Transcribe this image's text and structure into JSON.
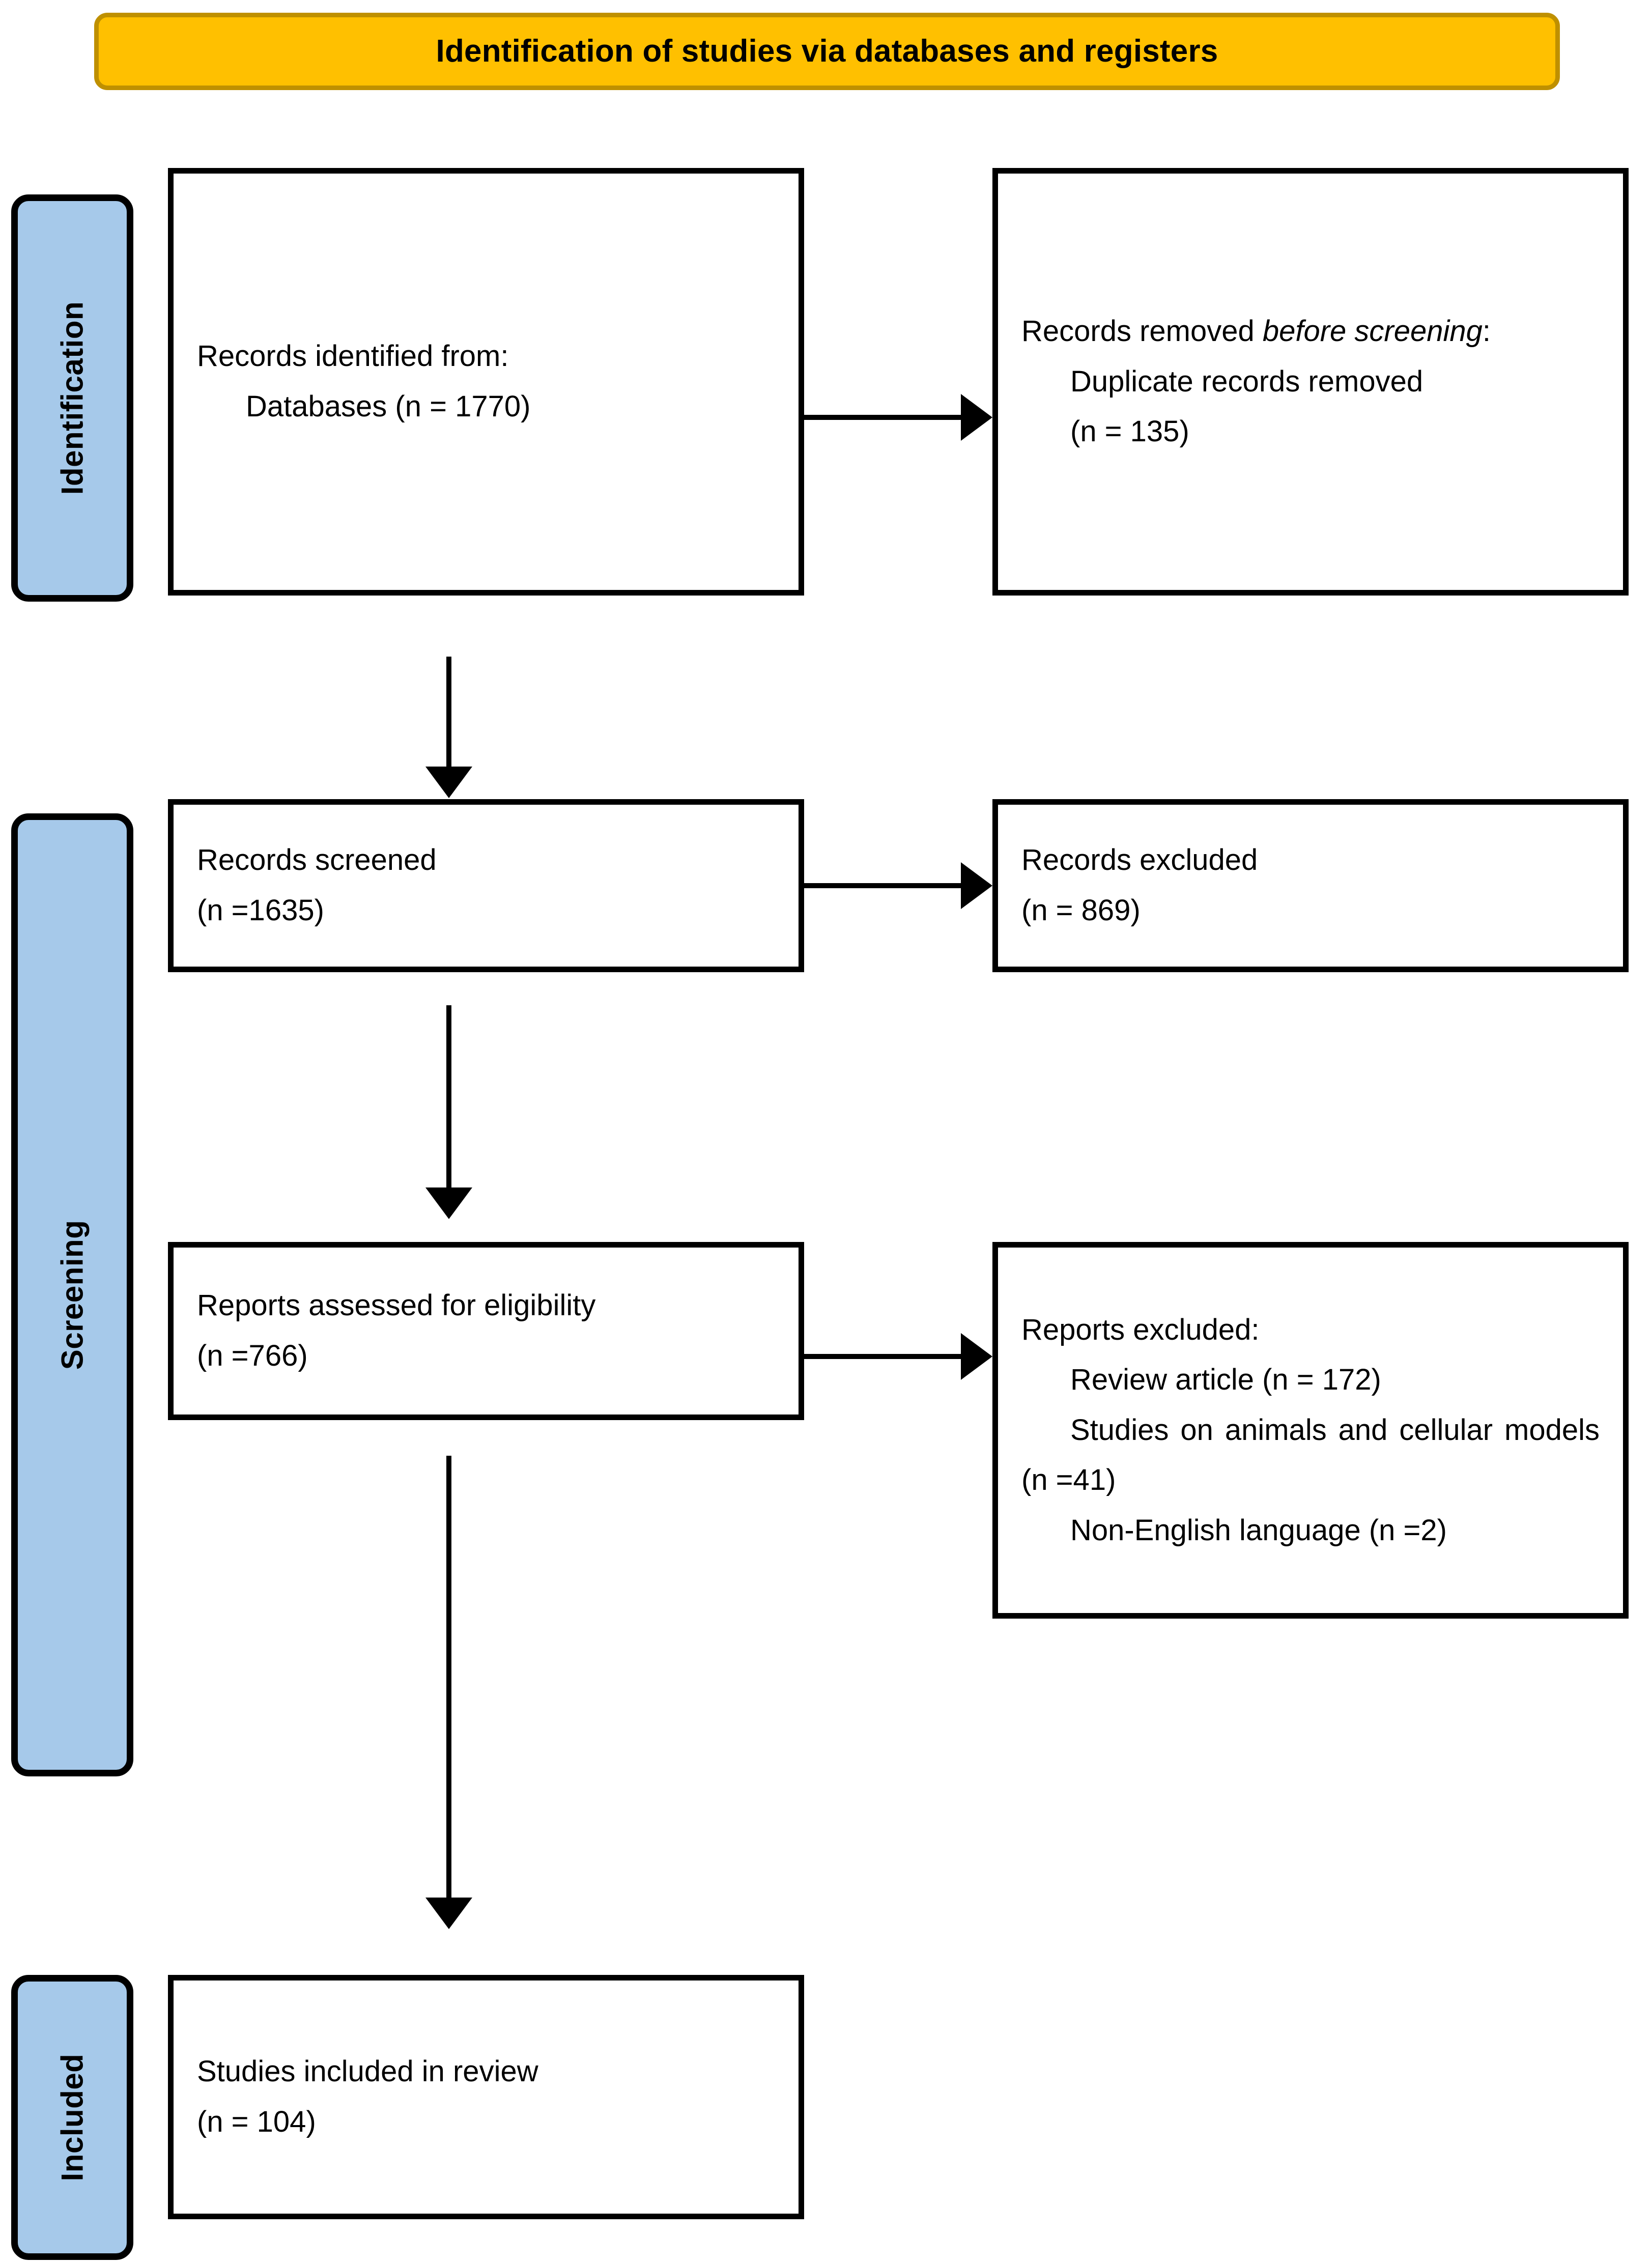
{
  "banner": {
    "title": "Identification of studies via databases and registers",
    "fill_color": "#FFC000",
    "border_color": "#BF9000"
  },
  "stages": [
    {
      "id": "identification",
      "label": "Identification",
      "fill_color": "#A6C9EA"
    },
    {
      "id": "screening",
      "label": "Screening",
      "fill_color": "#A6C9EA"
    },
    {
      "id": "included",
      "label": "Included",
      "fill_color": "#A6C9EA"
    }
  ],
  "boxes": {
    "identified": {
      "line1": "Records identified from:",
      "line2": "Databases (n = 1770)"
    },
    "removed_before_screening": {
      "line1_plain": "Records removed ",
      "line1_italic": "before screening",
      "line1_suffix": ":",
      "line2": "Duplicate records removed",
      "line3": "(n = 135)"
    },
    "screened": {
      "line1": "Records screened",
      "line2": "(n =1635)"
    },
    "records_excluded": {
      "line1": "Records excluded",
      "line2": "(n = 869)"
    },
    "eligible": {
      "line1": "Reports assessed for eligibility",
      "line2": "(n =766)"
    },
    "reports_excluded": {
      "heading": "Reports excluded:",
      "item1": "Review article (n = 172)",
      "item2": "Studies on animals and cellular models (n =41)",
      "item3": "Non-English language (n =2)"
    },
    "included": {
      "line1": "Studies included in review",
      "line2": "(n = 104)"
    }
  },
  "chart_data": {
    "type": "diagram",
    "title": "Identification of studies via databases and registers",
    "nodes": [
      {
        "stage": "Identification",
        "label": "Records identified from: Databases",
        "n": 1770
      },
      {
        "stage": "Identification",
        "label": "Duplicate records removed",
        "n": 135
      },
      {
        "stage": "Screening",
        "label": "Records screened",
        "n": 1635
      },
      {
        "stage": "Screening",
        "label": "Records excluded",
        "n": 869
      },
      {
        "stage": "Screening",
        "label": "Reports assessed for eligibility",
        "n": 766
      },
      {
        "stage": "Screening",
        "label": "Reports excluded: Review article",
        "n": 172
      },
      {
        "stage": "Screening",
        "label": "Reports excluded: Studies on animals and cellular models",
        "n": 41
      },
      {
        "stage": "Screening",
        "label": "Reports excluded: Non-English language",
        "n": 2
      },
      {
        "stage": "Included",
        "label": "Studies included in review",
        "n": 104
      }
    ]
  }
}
